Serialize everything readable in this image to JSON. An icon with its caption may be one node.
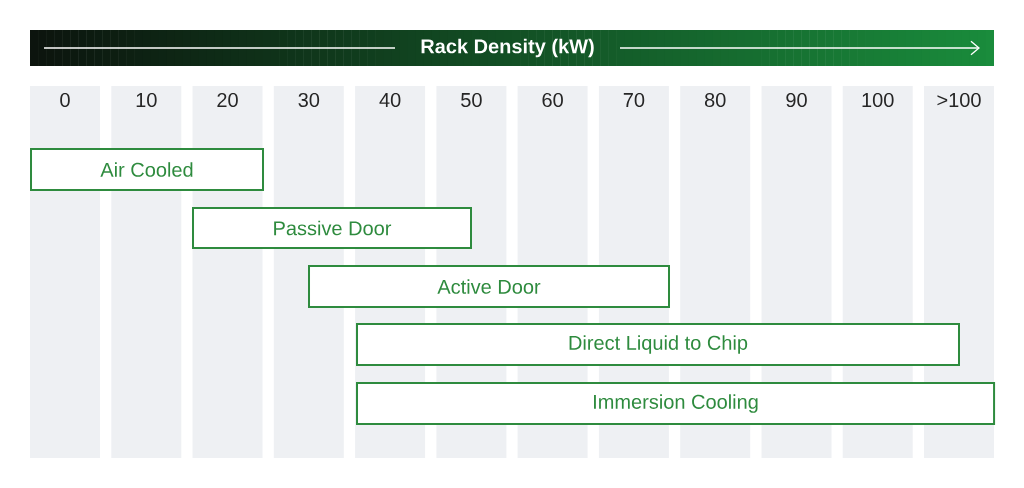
{
  "diagram": {
    "title": "Rack Density (kW)",
    "nodes": [
      {
        "text": [
          "Air Cooled"
        ]
      },
      {
        "text": [
          "Passive Door"
        ]
      },
      {
        "text": [
          "Active Door"
        ]
      },
      {
        "text": [
          "Direct Liquid to Chip"
        ]
      },
      {
        "text": [
          "Immersion Cooling"
        ]
      }
    ],
    "labels": [
      "0",
      "10",
      "20",
      "30",
      "40",
      "50",
      "60",
      "70",
      "80",
      "90",
      "100",
      ">100"
    ]
  }
}
